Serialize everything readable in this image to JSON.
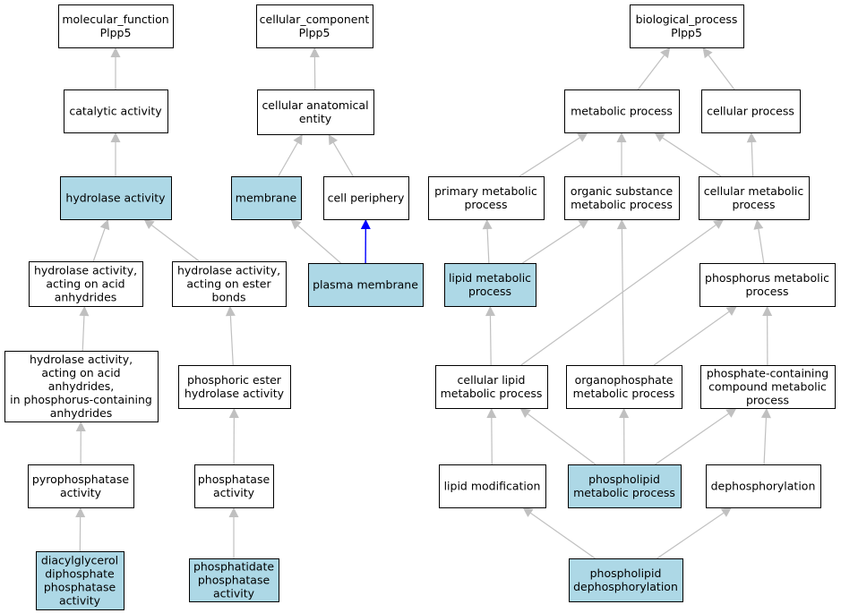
{
  "colors": {
    "background": "#ffffff",
    "default_node": "#ffffff",
    "highlight_node": "#add8e6",
    "edge_default": "#c0c0c0",
    "edge_emphasis": "#0000ff",
    "border": "#000000"
  },
  "nodes": [
    {
      "id": "molecular_function",
      "lines": [
        "molecular_function",
        "Plpp5"
      ],
      "highlight": false
    },
    {
      "id": "catalytic_activity",
      "lines": [
        "catalytic activity"
      ],
      "highlight": false
    },
    {
      "id": "hydrolase_activity",
      "lines": [
        "hydrolase activity"
      ],
      "highlight": true
    },
    {
      "id": "hydrolase_acid_anhydrides",
      "lines": [
        "hydrolase activity,",
        "acting on acid",
        "anhydrides"
      ],
      "highlight": false
    },
    {
      "id": "hydrolase_ester_bonds",
      "lines": [
        "hydrolase activity,",
        "acting on ester",
        "bonds"
      ],
      "highlight": false
    },
    {
      "id": "hydrolase_phosphorus_anhydrides",
      "lines": [
        "hydrolase activity,",
        "acting on acid",
        "anhydrides,",
        "in phosphorus-containing",
        "anhydrides"
      ],
      "highlight": false
    },
    {
      "id": "phosphoric_ester_hydrolase",
      "lines": [
        "phosphoric ester",
        "hydrolase activity"
      ],
      "highlight": false
    },
    {
      "id": "pyrophosphatase_activity",
      "lines": [
        "pyrophosphatase",
        "activity"
      ],
      "highlight": false
    },
    {
      "id": "phosphatase_activity",
      "lines": [
        "phosphatase",
        "activity"
      ],
      "highlight": false
    },
    {
      "id": "diacylglycerol_diphosphate_phosphatase",
      "lines": [
        "diacylglycerol",
        "diphosphate",
        "phosphatase",
        "activity"
      ],
      "highlight": true
    },
    {
      "id": "phosphatidate_phosphatase",
      "lines": [
        "phosphatidate",
        "phosphatase",
        "activity"
      ],
      "highlight": true
    },
    {
      "id": "cellular_component",
      "lines": [
        "cellular_component",
        "Plpp5"
      ],
      "highlight": false
    },
    {
      "id": "cellular_anatomical_entity",
      "lines": [
        "cellular anatomical",
        "entity"
      ],
      "highlight": false
    },
    {
      "id": "membrane",
      "lines": [
        "membrane"
      ],
      "highlight": true
    },
    {
      "id": "cell_periphery",
      "lines": [
        "cell periphery"
      ],
      "highlight": false
    },
    {
      "id": "plasma_membrane",
      "lines": [
        "plasma membrane"
      ],
      "highlight": true
    },
    {
      "id": "biological_process",
      "lines": [
        "biological_process",
        "Plpp5"
      ],
      "highlight": false
    },
    {
      "id": "metabolic_process",
      "lines": [
        "metabolic process"
      ],
      "highlight": false
    },
    {
      "id": "cellular_process",
      "lines": [
        "cellular process"
      ],
      "highlight": false
    },
    {
      "id": "primary_metabolic_process",
      "lines": [
        "primary metabolic",
        "process"
      ],
      "highlight": false
    },
    {
      "id": "organic_substance_metabolic_process",
      "lines": [
        "organic substance",
        "metabolic process"
      ],
      "highlight": false
    },
    {
      "id": "cellular_metabolic_process",
      "lines": [
        "cellular metabolic",
        "process"
      ],
      "highlight": false
    },
    {
      "id": "lipid_metabolic_process",
      "lines": [
        "lipid metabolic",
        "process"
      ],
      "highlight": true
    },
    {
      "id": "phosphorus_metabolic_process",
      "lines": [
        "phosphorus metabolic",
        "process"
      ],
      "highlight": false
    },
    {
      "id": "cellular_lipid_metabolic_process",
      "lines": [
        "cellular lipid",
        "metabolic process"
      ],
      "highlight": false
    },
    {
      "id": "organophosphate_metabolic_process",
      "lines": [
        "organophosphate",
        "metabolic process"
      ],
      "highlight": false
    },
    {
      "id": "phosphate_containing_compound_metabolic_process",
      "lines": [
        "phosphate-containing",
        "compound metabolic",
        "process"
      ],
      "highlight": false
    },
    {
      "id": "lipid_modification",
      "lines": [
        "lipid modification"
      ],
      "highlight": false
    },
    {
      "id": "phospholipid_metabolic_process",
      "lines": [
        "phospholipid",
        "metabolic process"
      ],
      "highlight": true
    },
    {
      "id": "dephosphorylation",
      "lines": [
        "dephosphorylation"
      ],
      "highlight": false
    },
    {
      "id": "phospholipid_dephosphorylation",
      "lines": [
        "phospholipid",
        "dephosphorylation"
      ],
      "highlight": true
    }
  ],
  "edges": [
    {
      "from": "catalytic_activity",
      "to": "molecular_function"
    },
    {
      "from": "hydrolase_activity",
      "to": "catalytic_activity"
    },
    {
      "from": "hydrolase_acid_anhydrides",
      "to": "hydrolase_activity"
    },
    {
      "from": "hydrolase_ester_bonds",
      "to": "hydrolase_activity"
    },
    {
      "from": "hydrolase_phosphorus_anhydrides",
      "to": "hydrolase_acid_anhydrides"
    },
    {
      "from": "phosphoric_ester_hydrolase",
      "to": "hydrolase_ester_bonds"
    },
    {
      "from": "pyrophosphatase_activity",
      "to": "hydrolase_phosphorus_anhydrides"
    },
    {
      "from": "phosphatase_activity",
      "to": "phosphoric_ester_hydrolase"
    },
    {
      "from": "diacylglycerol_diphosphate_phosphatase",
      "to": "pyrophosphatase_activity"
    },
    {
      "from": "phosphatidate_phosphatase",
      "to": "phosphatase_activity"
    },
    {
      "from": "cellular_anatomical_entity",
      "to": "cellular_component"
    },
    {
      "from": "membrane",
      "to": "cellular_anatomical_entity"
    },
    {
      "from": "cell_periphery",
      "to": "cellular_anatomical_entity"
    },
    {
      "from": "plasma_membrane",
      "to": "membrane"
    },
    {
      "from": "plasma_membrane",
      "to": "cell_periphery",
      "emphasis": true
    },
    {
      "from": "metabolic_process",
      "to": "biological_process"
    },
    {
      "from": "cellular_process",
      "to": "biological_process"
    },
    {
      "from": "primary_metabolic_process",
      "to": "metabolic_process"
    },
    {
      "from": "organic_substance_metabolic_process",
      "to": "metabolic_process"
    },
    {
      "from": "cellular_metabolic_process",
      "to": "metabolic_process"
    },
    {
      "from": "cellular_metabolic_process",
      "to": "cellular_process"
    },
    {
      "from": "lipid_metabolic_process",
      "to": "primary_metabolic_process"
    },
    {
      "from": "lipid_metabolic_process",
      "to": "organic_substance_metabolic_process"
    },
    {
      "from": "phosphorus_metabolic_process",
      "to": "cellular_metabolic_process"
    },
    {
      "from": "cellular_lipid_metabolic_process",
      "to": "lipid_metabolic_process"
    },
    {
      "from": "cellular_lipid_metabolic_process",
      "to": "cellular_metabolic_process"
    },
    {
      "from": "organophosphate_metabolic_process",
      "to": "organic_substance_metabolic_process"
    },
    {
      "from": "organophosphate_metabolic_process",
      "to": "phosphorus_metabolic_process"
    },
    {
      "from": "phosphate_containing_compound_metabolic_process",
      "to": "phosphorus_metabolic_process"
    },
    {
      "from": "lipid_modification",
      "to": "cellular_lipid_metabolic_process"
    },
    {
      "from": "phospholipid_metabolic_process",
      "to": "cellular_lipid_metabolic_process"
    },
    {
      "from": "phospholipid_metabolic_process",
      "to": "organophosphate_metabolic_process"
    },
    {
      "from": "phospholipid_metabolic_process",
      "to": "phosphate_containing_compound_metabolic_process"
    },
    {
      "from": "dephosphorylation",
      "to": "phosphate_containing_compound_metabolic_process"
    },
    {
      "from": "phospholipid_dephosphorylation",
      "to": "lipid_modification"
    },
    {
      "from": "phospholipid_dephosphorylation",
      "to": "dephosphorylation"
    }
  ]
}
